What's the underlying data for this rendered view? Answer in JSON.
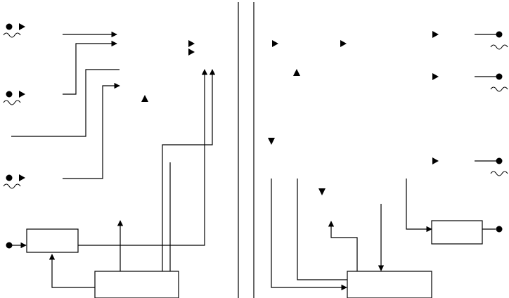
{
  "diagram": {
    "type": "block-diagram",
    "description_visible_text": [],
    "colors": {
      "stroke": "#000000",
      "background": "#ffffff"
    },
    "left_panel": {
      "inputs": [
        {
          "symbol": "source-node-with-ac-wave",
          "count": 3
        },
        {
          "symbol": "source-node",
          "count": 1
        }
      ],
      "blocks": 2
    },
    "right_panel": {
      "outputs": [
        {
          "symbol": "output-node-with-ac-wave",
          "count": 3
        },
        {
          "symbol": "output-node",
          "count": 1
        }
      ],
      "blocks": 2
    }
  }
}
